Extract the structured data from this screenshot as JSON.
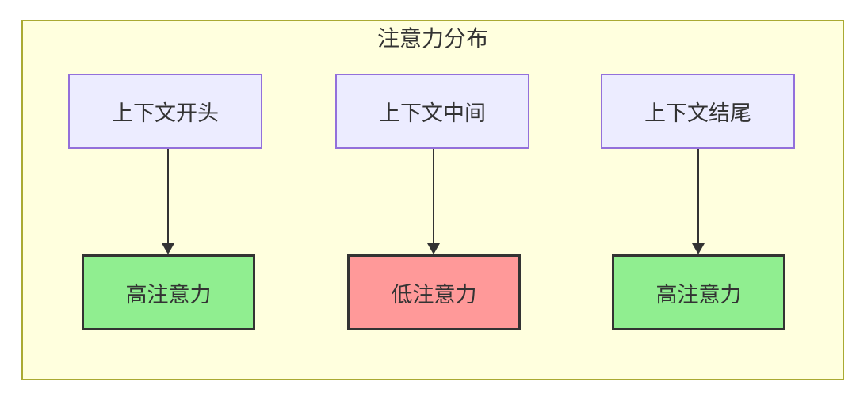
{
  "diagram": {
    "title": "注意力分布",
    "columns": [
      {
        "source": {
          "label": "上下文开头"
        },
        "target": {
          "label": "高注意力",
          "level": "high"
        }
      },
      {
        "source": {
          "label": "上下文中间"
        },
        "target": {
          "label": "低注意力",
          "level": "low"
        }
      },
      {
        "source": {
          "label": "上下文结尾"
        },
        "target": {
          "label": "高注意力",
          "level": "high"
        }
      }
    ],
    "colors": {
      "container_bg": "#ffffde",
      "container_border": "#aaaa33",
      "source_bg": "#ececff",
      "source_border": "#9370db",
      "high_bg": "#90ee90",
      "low_bg": "#ff9999",
      "target_border": "#333333",
      "arrow": "#333333",
      "text": "#333333"
    }
  }
}
